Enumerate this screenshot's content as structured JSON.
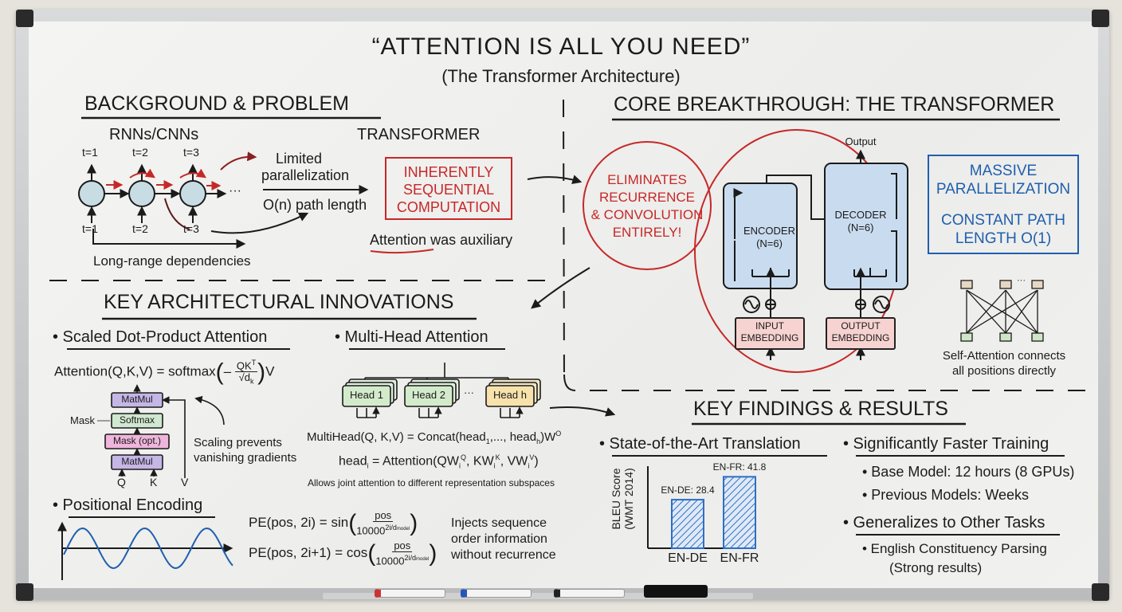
{
  "title": "“ATTENTION IS ALL YOU NEED”",
  "subtitle": "(The Transformer Architecture)",
  "background": {
    "heading": "BACKGROUND & PROBLEM",
    "rnn_label": "RNNs/CNNs",
    "transformer_label": "TRANSFORMER",
    "time_top": [
      "t=1",
      "t=2",
      "t=3"
    ],
    "time_bottom": [
      "t=1",
      "t=2",
      "t=3"
    ],
    "ellipsis": "···",
    "limited": "Limited",
    "parallelization": "parallelization",
    "path_length": "O(n) path length",
    "sequential_box": [
      "INHERENTLY",
      "SEQUENTIAL",
      "COMPUTATION"
    ],
    "attention_word": "Attention",
    "auxiliary": "was auxiliary",
    "long_range": "Long-range dependencies"
  },
  "core": {
    "heading": "CORE BREAKTHROUGH: THE TRANSFORMER",
    "eliminates": [
      "ELIMINATES",
      "RECURRENCE",
      "& CONVOLUTION",
      "ENTIRELY!"
    ],
    "output": "Output",
    "encoder": "ENCODER",
    "encoder_n": "(N=6)",
    "decoder": "DECODER",
    "decoder_n": "(N=6)",
    "input_embedding": [
      "INPUT",
      "EMBEDDING"
    ],
    "output_embedding": [
      "OUTPUT",
      "EMBEDDING"
    ],
    "benefits": [
      "MASSIVE",
      "PARALLELIZATION",
      "CONSTANT PATH",
      "LENGTH O(1)"
    ],
    "self_attention_ellipsis": "···",
    "self_attention": [
      "Self-Attention connects",
      "all positions directly"
    ]
  },
  "innovations": {
    "heading": "KEY ARCHITECTURAL INNOVATIONS",
    "scaled": {
      "title": "• Scaled Dot-Product Attention",
      "lhs": "Attention(Q,K,V) = softmax",
      "num": "QK",
      "num_sup": "T",
      "den": "√d",
      "den_sub": "k",
      "rhs": "V",
      "blocks": [
        "MatMul",
        "Softmax",
        "Mask (opt.)",
        "MatMul"
      ],
      "mask_label": "Mask",
      "inputs": [
        "Q",
        "K",
        "V"
      ],
      "note": [
        "Scaling prevents",
        "vanishing gradients"
      ]
    },
    "multihead": {
      "title": "• Multi-Head Attention",
      "heads": [
        "Head 1",
        "Head 2",
        "Head h"
      ],
      "ellipsis": "···",
      "f1": [
        "MultiHead(Q, K,V) = Concat(head",
        "1",
        ",..., head",
        "h",
        ")W",
        "O"
      ],
      "f2": [
        "head",
        "i",
        " = Attention(QW",
        "i",
        "Q",
        ", KW",
        "i",
        "K",
        ", VW",
        "i",
        "V",
        ")"
      ],
      "note": "Allows joint attention to different representation subspaces"
    },
    "positional": {
      "title": "• Positional Encoding",
      "sin_lhs": "PE(pos, 2i) = sin",
      "cos_lhs": "PE(pos, 2i+1) = cos",
      "num": "pos",
      "den": "10000",
      "den_sup": "2i/d",
      "den_sup_sub": "model",
      "note": [
        "Injects sequence",
        "order information",
        "without recurrence"
      ]
    }
  },
  "findings": {
    "heading": "KEY FINDINGS & RESULTS",
    "translation_title": "• State-of-the-Art Translation",
    "training_title": "• Significantly Faster Training",
    "training_items": [
      "• Base Model: 12 hours (8 GPUs)",
      "• Previous Models: Weeks"
    ],
    "generalizes_title": "• Generalizes to Other Tasks",
    "generalizes_items": [
      "• English Constituency Parsing",
      "(Strong results)"
    ]
  },
  "chart_data": {
    "type": "bar",
    "categories": [
      "EN-DE",
      "EN-FR"
    ],
    "values": [
      28.4,
      41.8
    ],
    "data_labels": [
      "EN-DE: 28.4",
      "EN-FR: 41.8"
    ],
    "ylabel": [
      "BLEU Score",
      "(WMT 2014)"
    ],
    "xlabel": "",
    "ylim": [
      0,
      48
    ],
    "color": "#2f6fc4"
  },
  "colors": {
    "red": "#c62828",
    "blue": "#1f5fae",
    "ink": "#1b1b1b"
  }
}
